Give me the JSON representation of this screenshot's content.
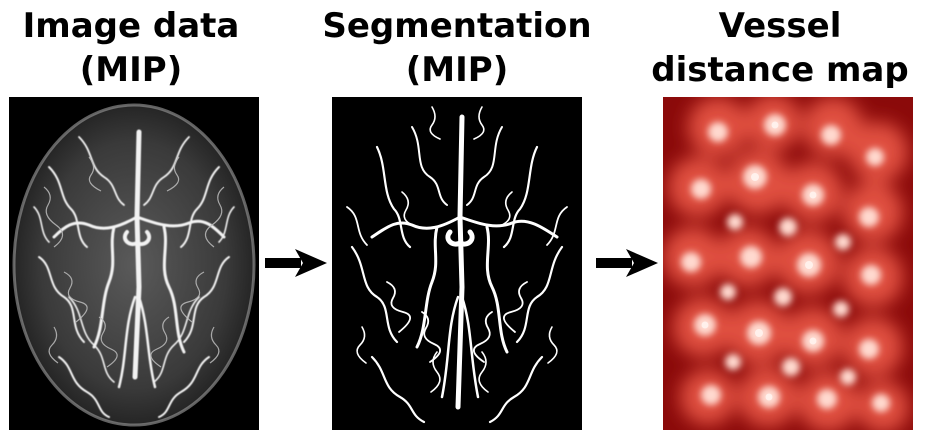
{
  "panels": [
    {
      "title_line1": "Image data",
      "title_line2": "(MIP)"
    },
    {
      "title_line1": "Segmentation",
      "title_line2": "(MIP)"
    },
    {
      "title_line1": "Vessel",
      "title_line2": "distance map"
    }
  ],
  "colors": {
    "background": "#ffffff",
    "panel_dark": "#000000",
    "vessel": "#ffffff",
    "distance_far": "#8b0a0a",
    "distance_near": "#fff2ee",
    "arrow": "#000000"
  }
}
